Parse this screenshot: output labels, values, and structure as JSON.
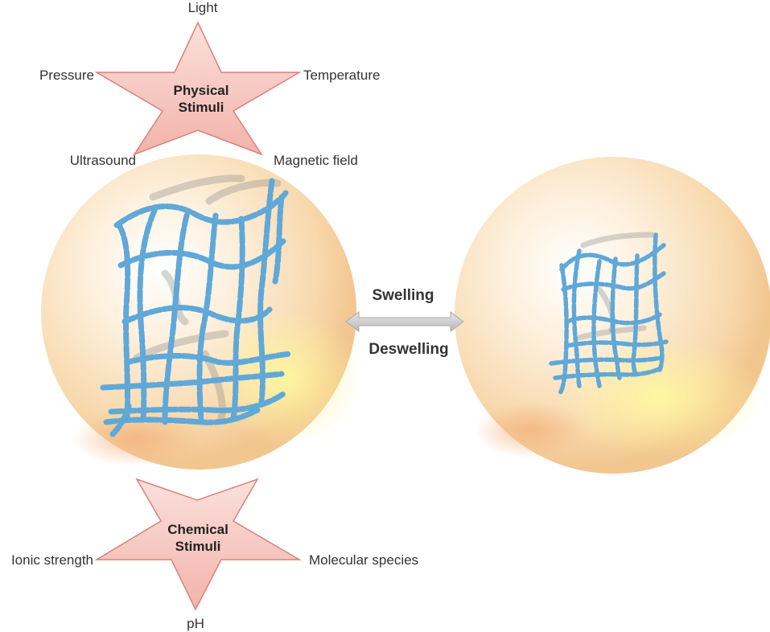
{
  "physical_stimuli": {
    "title_line1": "Physical",
    "title_line2": "Stimuli",
    "labels": {
      "top": "Light",
      "left": "Pressure",
      "right": "Temperature",
      "bottom_left": "Ultrasound",
      "bottom_right": "Magnetic field"
    }
  },
  "chemical_stimuli": {
    "title_line1": "Chemical",
    "title_line2": "Stimuli",
    "labels": {
      "left": "Ionic strength",
      "right": "Molecular species",
      "bottom": "pH"
    }
  },
  "transition": {
    "top_label": "Swelling",
    "bottom_label": "Deswelling"
  },
  "colors": {
    "star_fill": "#f6c7c0",
    "star_stroke": "#d9817a",
    "sphere_base": "#f9dcb4",
    "sphere_highlight": "#fff6a8",
    "network": "#5fa8d8",
    "arrow": "#c8c8c8"
  }
}
